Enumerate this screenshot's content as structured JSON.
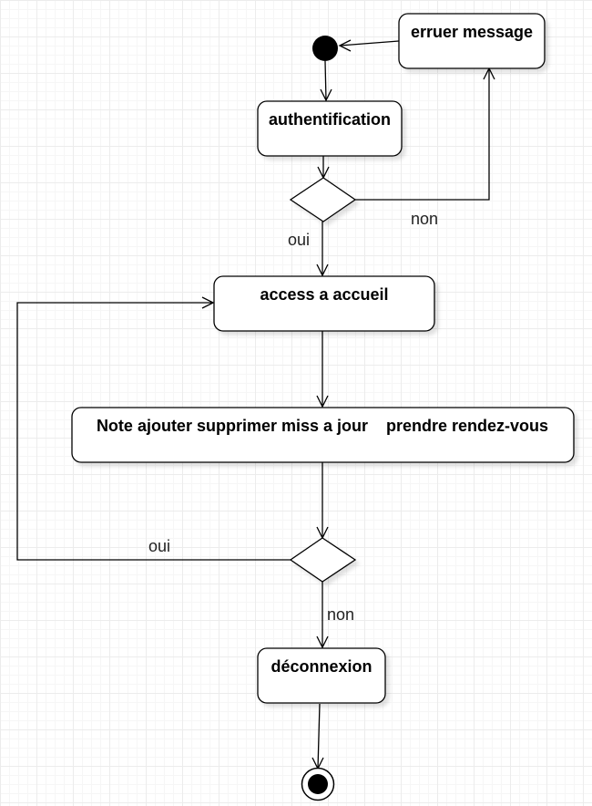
{
  "diagram": {
    "nodes": {
      "error_message": "erruer message",
      "authentication": "authentification",
      "home_access": "access a accueil",
      "actions": "Note ajouter supprimer miss a jour    prendre rendez-vous",
      "logout": "déconnexion"
    },
    "edge_labels": {
      "auth_no": "non",
      "auth_yes": "oui",
      "loop_yes": "oui",
      "loop_no": "non"
    }
  }
}
